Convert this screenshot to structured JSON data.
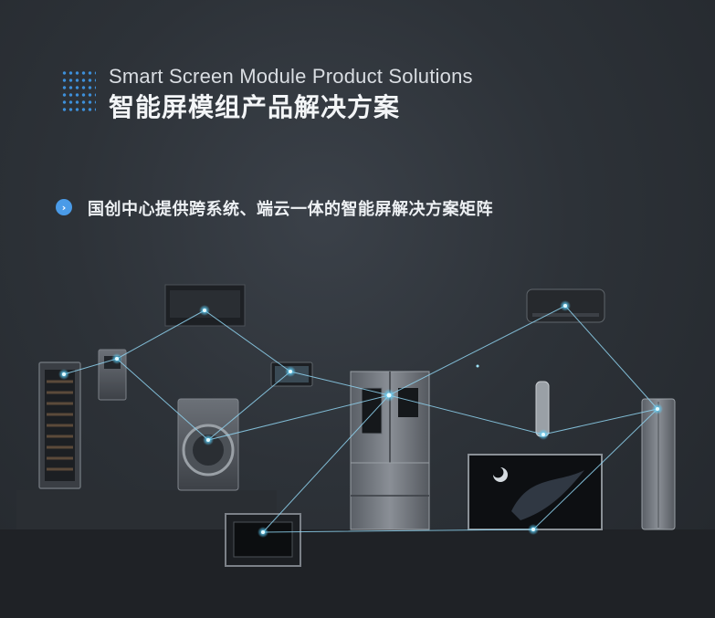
{
  "header": {
    "title_en": "Smart Screen Module Product Solutions",
    "title_cn": "智能屏模组产品解决方案"
  },
  "subtitle": "国创中心提供跨系统、端云一体的智能屏解决方案矩阵",
  "colors": {
    "accent": "#4a9be8",
    "network_line": "#8fd3f0",
    "network_node": "#bff0ff",
    "background": "#2d3238"
  },
  "icons": [
    "dot-grid-icon",
    "chevron-right-icon"
  ]
}
